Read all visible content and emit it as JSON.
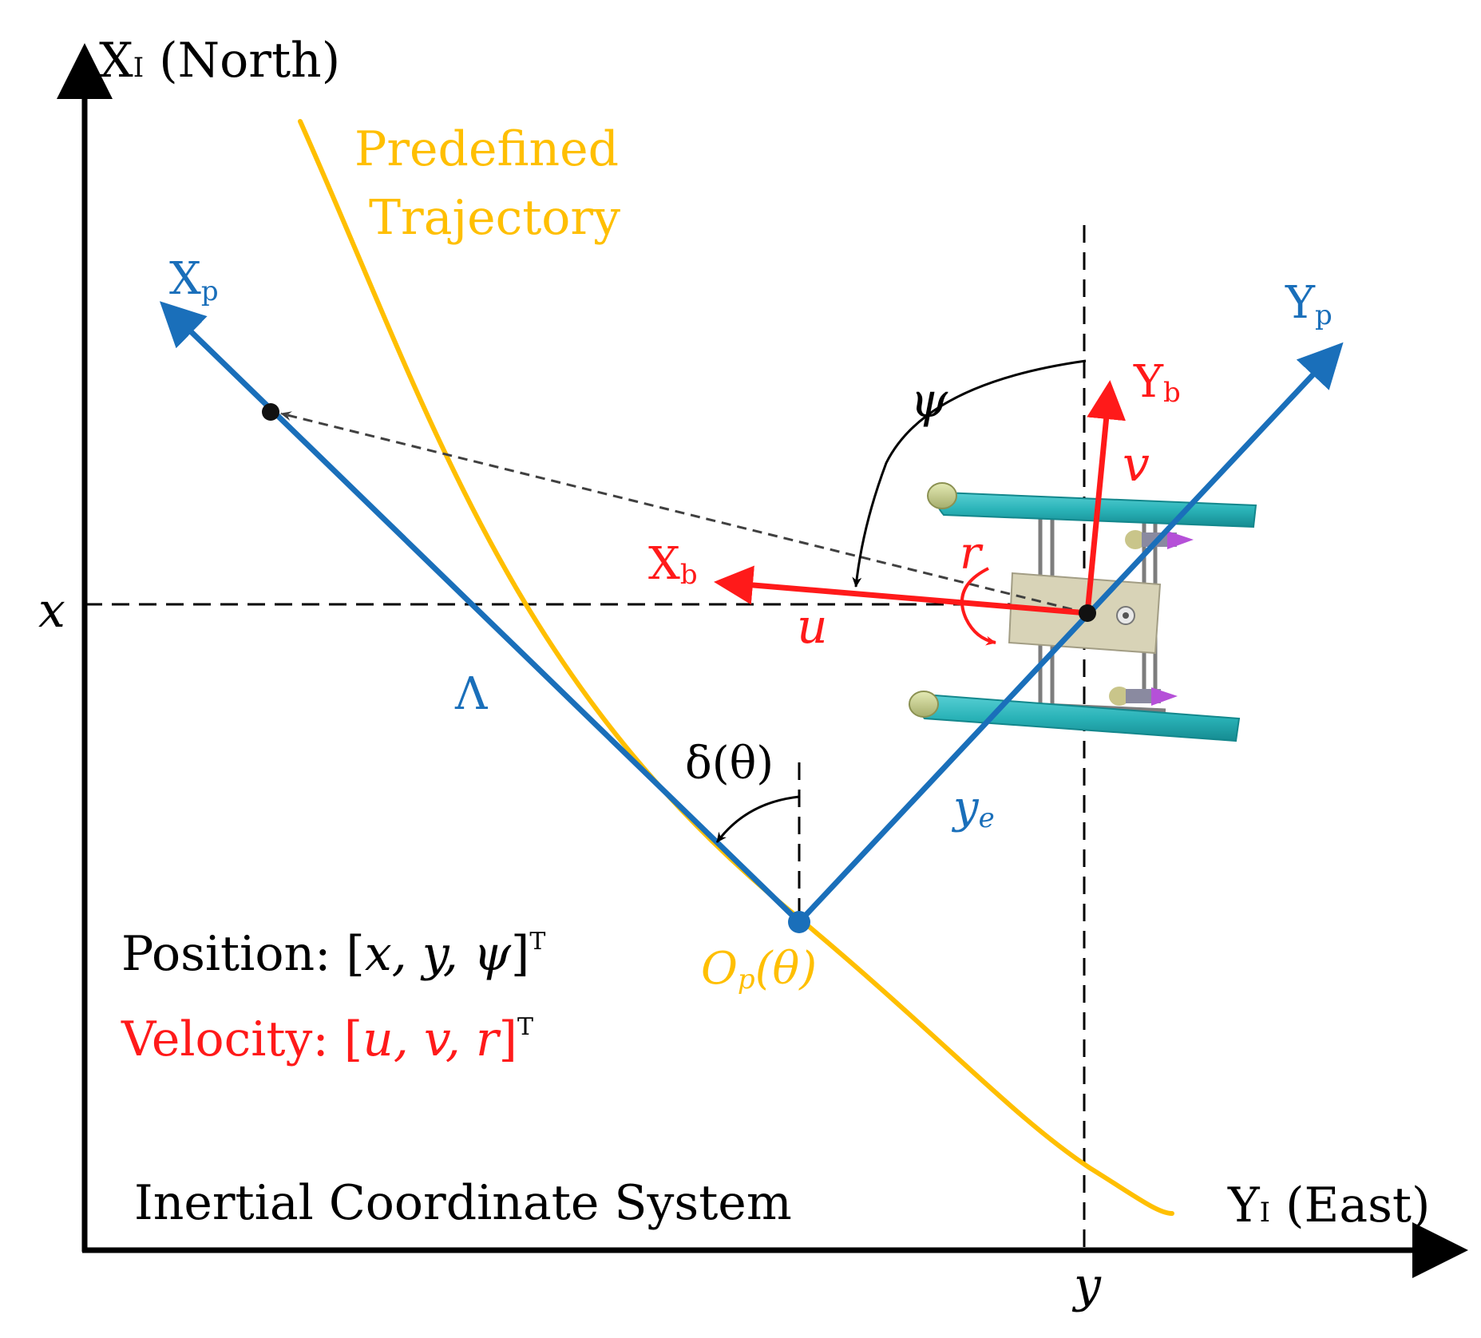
{
  "colors": {
    "axis": "#000000",
    "path_frame": "#1a6fba",
    "body_frame": "#ff1a1a",
    "trajectory": "#ffbf00",
    "hull": "#28b0b4",
    "platform": "#d8d3b7",
    "dashed": "#000000"
  },
  "axes": {
    "x_inertial": {
      "main": "X",
      "sub": "I",
      "rest": " (North)"
    },
    "y_inertial": {
      "main": "Y",
      "sub": "I",
      "rest": " (East)"
    },
    "x_tick": "x",
    "y_tick": "y"
  },
  "trajectory_label": {
    "line1": "Predefined",
    "line2": "Trajectory"
  },
  "path_frame": {
    "x_label": {
      "main": "X",
      "sub": "p"
    },
    "y_label": {
      "main": "Y",
      "sub": "p"
    },
    "lambda": "Λ",
    "ye": {
      "main": "y",
      "sub": "e"
    },
    "origin": {
      "main": "O",
      "sub": "p",
      "rest": "(θ)"
    },
    "delta": "δ(θ)"
  },
  "body_frame": {
    "x_label": {
      "main": "X",
      "sub": "b"
    },
    "y_label": {
      "main": "Y",
      "sub": "b"
    },
    "u": "u",
    "v": "v",
    "r": "r",
    "psi": "ψ"
  },
  "legend": {
    "position_prefix": "Position:  [",
    "position_vars": "x, y, ψ",
    "position_suffix": "]",
    "velocity_prefix": "Velocity:  [",
    "velocity_vars": "u, v, r",
    "velocity_suffix": "]",
    "transpose": "T"
  },
  "footer_title": "Inertial Coordinate System",
  "icons": [
    "boat-model-icon"
  ]
}
